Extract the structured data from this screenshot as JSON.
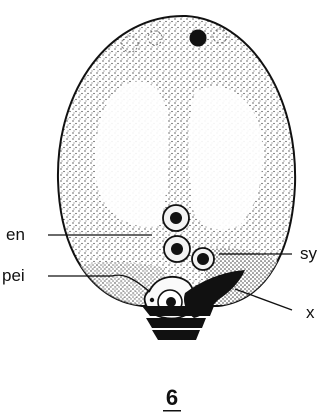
{
  "figure": {
    "number": "6",
    "labels": {
      "en": "en",
      "pei": "pei",
      "sy": "sy",
      "x": "x"
    }
  }
}
